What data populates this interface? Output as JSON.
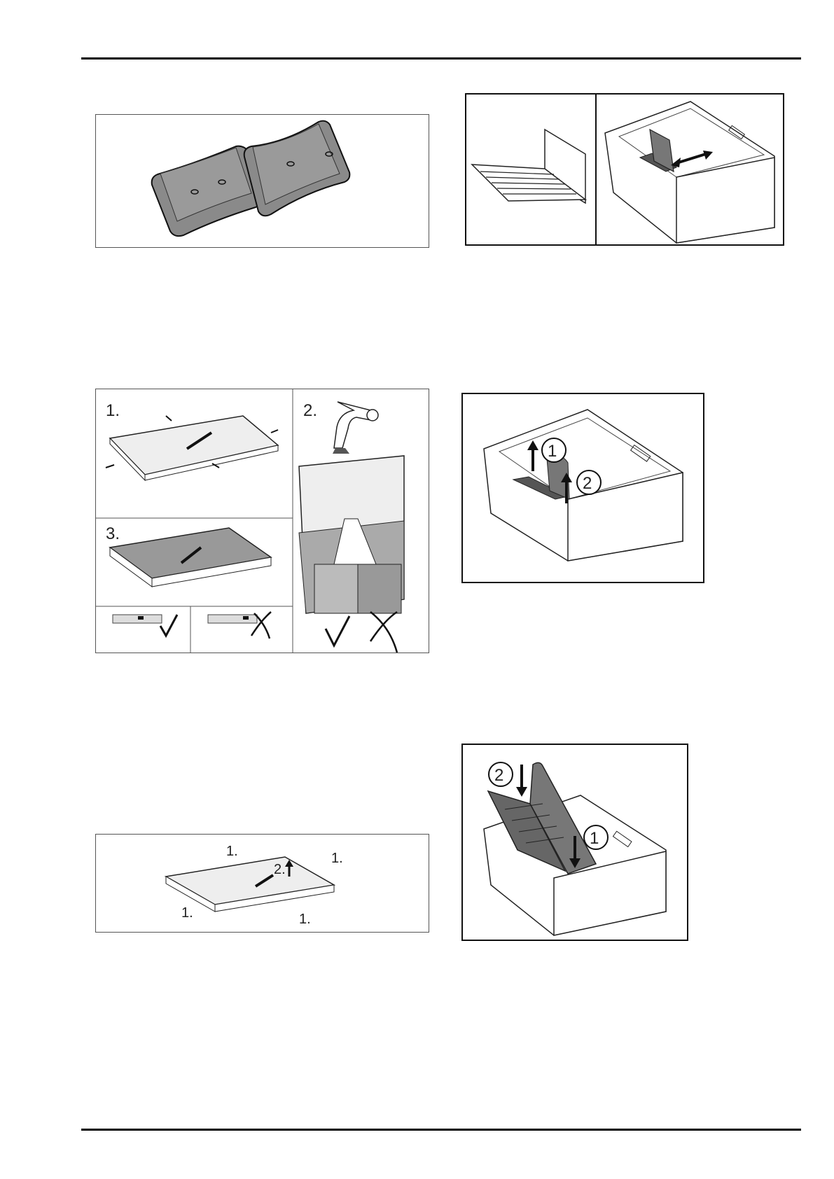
{
  "figures": {
    "ice_packs": {},
    "drawer_divider": {},
    "ice_tray_steps": {
      "step1": "1.",
      "step2": "2.",
      "step3": "3."
    },
    "divider_remove": {
      "num1": "1",
      "num2": "2"
    },
    "tray_release": {
      "label_top": "1.",
      "label_right": "1.",
      "label_left": "1.",
      "label_bottom": "1.",
      "label_center": "2."
    },
    "divider_insert": {
      "num1": "1",
      "num2": "2"
    }
  }
}
